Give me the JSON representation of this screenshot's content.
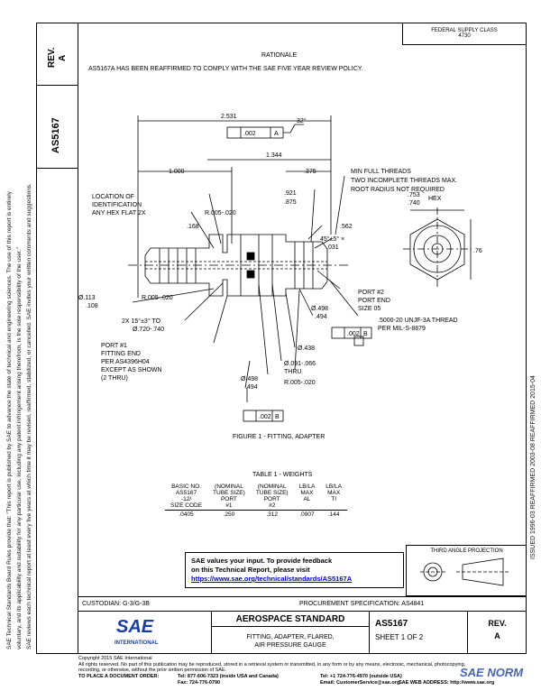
{
  "header": {
    "org_stamp": "FEDERAL SUPPLY CLASS",
    "org_stamp_code": "4730",
    "section_title": "RATIONALE",
    "rationale": "AS5167A HAS BEEN REAFFIRMED TO COMPLY WITH THE SAE FIVE YEAR REVIEW POLICY."
  },
  "left_column": {
    "rev_label": "REV.",
    "rev_value": "A",
    "doc_number": "AS5167"
  },
  "right_margin_code": "ISSUED 1996-03   REAFFIRMED 2003-08   REAFFIRMED 2015-04",
  "left_margin_lines": [
    "SAE Technical Standards Board Rules provide that: \"This report is published by SAE to advance the state of technical and engineering sciences. The use of this report is entirely",
    "voluntary, and its applicability and suitability for any particular use, including any patent infringement arising therefrom, is the sole responsibility of the user.\"",
    "SAE reviews each technical report at least every five years at which time it may be revised, reaffirmed, stabilized, or cancelled. SAE invites your written comments and suggestions."
  ],
  "drawing": {
    "dims": {
      "overall_length": "2.531",
      "flatness": ".002",
      "datum_a": "A",
      "angle": "32°",
      "length_1344": "1.344",
      "length_1000": "1.000",
      "length_375": ".375",
      "dim_921": ".921",
      "dim_875": ".875",
      "radius_1": "R.005-.020",
      "dim_168": ".168",
      "dim_562": ".562",
      "chamfer": "45°±5° ×",
      "chamfer_val": ".031",
      "hex_a": ".753",
      "hex_b": ".740",
      "hex_label": "HEX",
      "diam_113_a": "Ø.113",
      "diam_113_b": ".108",
      "radius_2": "R.005-.020",
      "diam_498_a": "Ø.498",
      "diam_498_b": ".494",
      "diam_438": "Ø.438",
      "diam_091": "Ø.091-.066",
      "thru": "THRU",
      "radius_3": "R.005-.020",
      "diam_498b_a": "Ø.498",
      "diam_498b_b": ".494",
      "pos_tol": ".002",
      "datum_b": "B",
      "dim_76": ".76",
      "thread_spec": ".5000-20 UNJF-3A THREAD",
      "thread_ref": "PER MIL-S-8879"
    },
    "notes": {
      "min_full_threads": "MIN FULL THREADS",
      "two_incomplete": "TWO INCOMPLETE THREADS MAX.",
      "root_radius": "ROOT RADIUS NOT REQUIRED",
      "location_of": "LOCATION OF",
      "identification": "IDENTIFICATION",
      "any_hex_flat": "ANY HEX FLAT 2X",
      "port2": "PORT #2",
      "port_end": "PORT END",
      "size": "SIZE 05",
      "chamfer2x": "2X 15°±3° TO",
      "chamfer2x_val": "Ø.720-.740",
      "port1": "PORT #1",
      "fitting_end": "FITTING END",
      "per_std": "PER AS4396H04",
      "except": "EXCEPT AS SHOWN",
      "thru_label": "(2 THRU)"
    },
    "figure_caption": "FIGURE 1 - FITTING, ADAPTER"
  },
  "table": {
    "title": "TABLE 1 - WEIGHTS",
    "headers": [
      [
        "BASIC NO.",
        "AS5167",
        "-12/",
        "SIZE CODE"
      ],
      [
        "(NOMINAL",
        "TUBE SIZE)",
        "PORT",
        "#1"
      ],
      [
        "(NOMINAL",
        "TUBE SIZE)",
        "PORT",
        "#2"
      ],
      [
        "LB/LA",
        "MAX",
        "AL"
      ],
      [
        "LB/LA",
        "MAX",
        "TI"
      ]
    ],
    "rows": [
      [
        ".0405",
        ".250",
        ".312",
        ".0907",
        ".144"
      ]
    ]
  },
  "feedback": {
    "line1": "SAE values your input. To provide feedback",
    "line2": "on this Technical Report, please visit",
    "link": "https://www.sae.org/technical/standards/AS5167A"
  },
  "projection_label": "THIRD ANGLE PROJECTION",
  "title_block": {
    "custodian": "CUSTODIAN: G-3/G-3B",
    "procurement": "PROCUREMENT SPECIFICATION: AS4841",
    "standard": "AEROSPACE STANDARD",
    "title_line1": "FITTING, ADAPTER, FLARED,",
    "title_line2": "AIR PRESSURE GAUGE",
    "doc_no": "AS5167",
    "sheet": "SHEET 1 OF 2",
    "rev_label": "REV.",
    "rev_value": "A",
    "logo": "SAE",
    "logo_sub": "INTERNATIONAL"
  },
  "footer": {
    "copyright": "Copyright 2015 SAE International",
    "rights": "All rights reserved. No part of this publication may be reproduced, stored in a retrieval system or transmitted, in any form or by any means, electronic, mechanical, photocopying,",
    "rights2": "recording, or otherwise, without the prior written permission of SAE.",
    "order_label": "TO PLACE A DOCUMENT ORDER:",
    "tel": "Tel: 877-606-7323 (inside USA and Canada)",
    "tel_intl": "Tel: +1 724-776-4970 (outside USA)",
    "fax": "Fax: 724-776-0790",
    "email": "Email: CustomerService@sae.org",
    "web": "SAE WEB ADDRESS: http://www.sae.org",
    "watermark": "SAE NORM"
  },
  "colors": {
    "link": "#0000cc",
    "brand": "#1a3e9e"
  }
}
